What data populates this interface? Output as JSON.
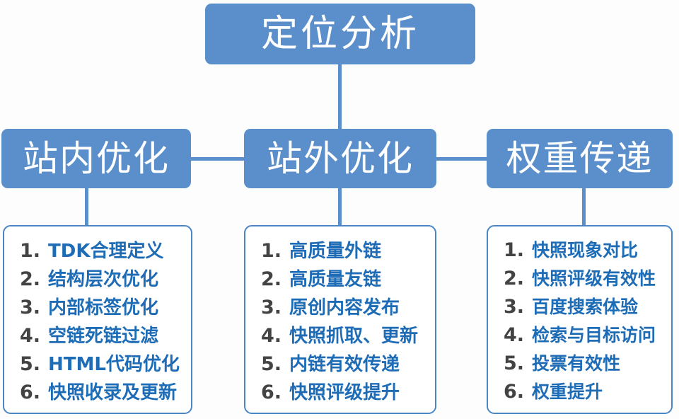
{
  "diagram": {
    "title": "定位分析",
    "accent_color": "#5b8fcb",
    "panel_border_color": "#4a86c5",
    "number_color": "#434343",
    "item_text_color": "#1f6cb6",
    "background_color": "#fdfdfd"
  },
  "root": {
    "label": "定位分析"
  },
  "branches": [
    {
      "label": "站内优化",
      "items": [
        {
          "num": "1.",
          "text": "TDK合理定义"
        },
        {
          "num": "2.",
          "text": "结构层次优化"
        },
        {
          "num": "3.",
          "text": "内部标签优化"
        },
        {
          "num": "4.",
          "text": "空链死链过滤"
        },
        {
          "num": "5.",
          "text": "HTML代码优化"
        },
        {
          "num": "6.",
          "text": "快照收录及更新"
        }
      ]
    },
    {
      "label": "站外优化",
      "items": [
        {
          "num": "1.",
          "text": "高质量外链"
        },
        {
          "num": "2.",
          "text": "高质量友链"
        },
        {
          "num": "3.",
          "text": "原创内容发布"
        },
        {
          "num": "4.",
          "text": "快照抓取、更新"
        },
        {
          "num": "5.",
          "text": "内链有效传递"
        },
        {
          "num": "6.",
          "text": "快照评级提升"
        }
      ]
    },
    {
      "label": "权重传递",
      "items": [
        {
          "num": "1.",
          "text": "快照现象对比"
        },
        {
          "num": "2.",
          "text": "快照评级有效性"
        },
        {
          "num": "3.",
          "text": "百度搜索体验"
        },
        {
          "num": "4.",
          "text": "检索与目标访问"
        },
        {
          "num": "5.",
          "text": "投票有效性"
        },
        {
          "num": "6.",
          "text": "权重提升"
        }
      ]
    }
  ]
}
